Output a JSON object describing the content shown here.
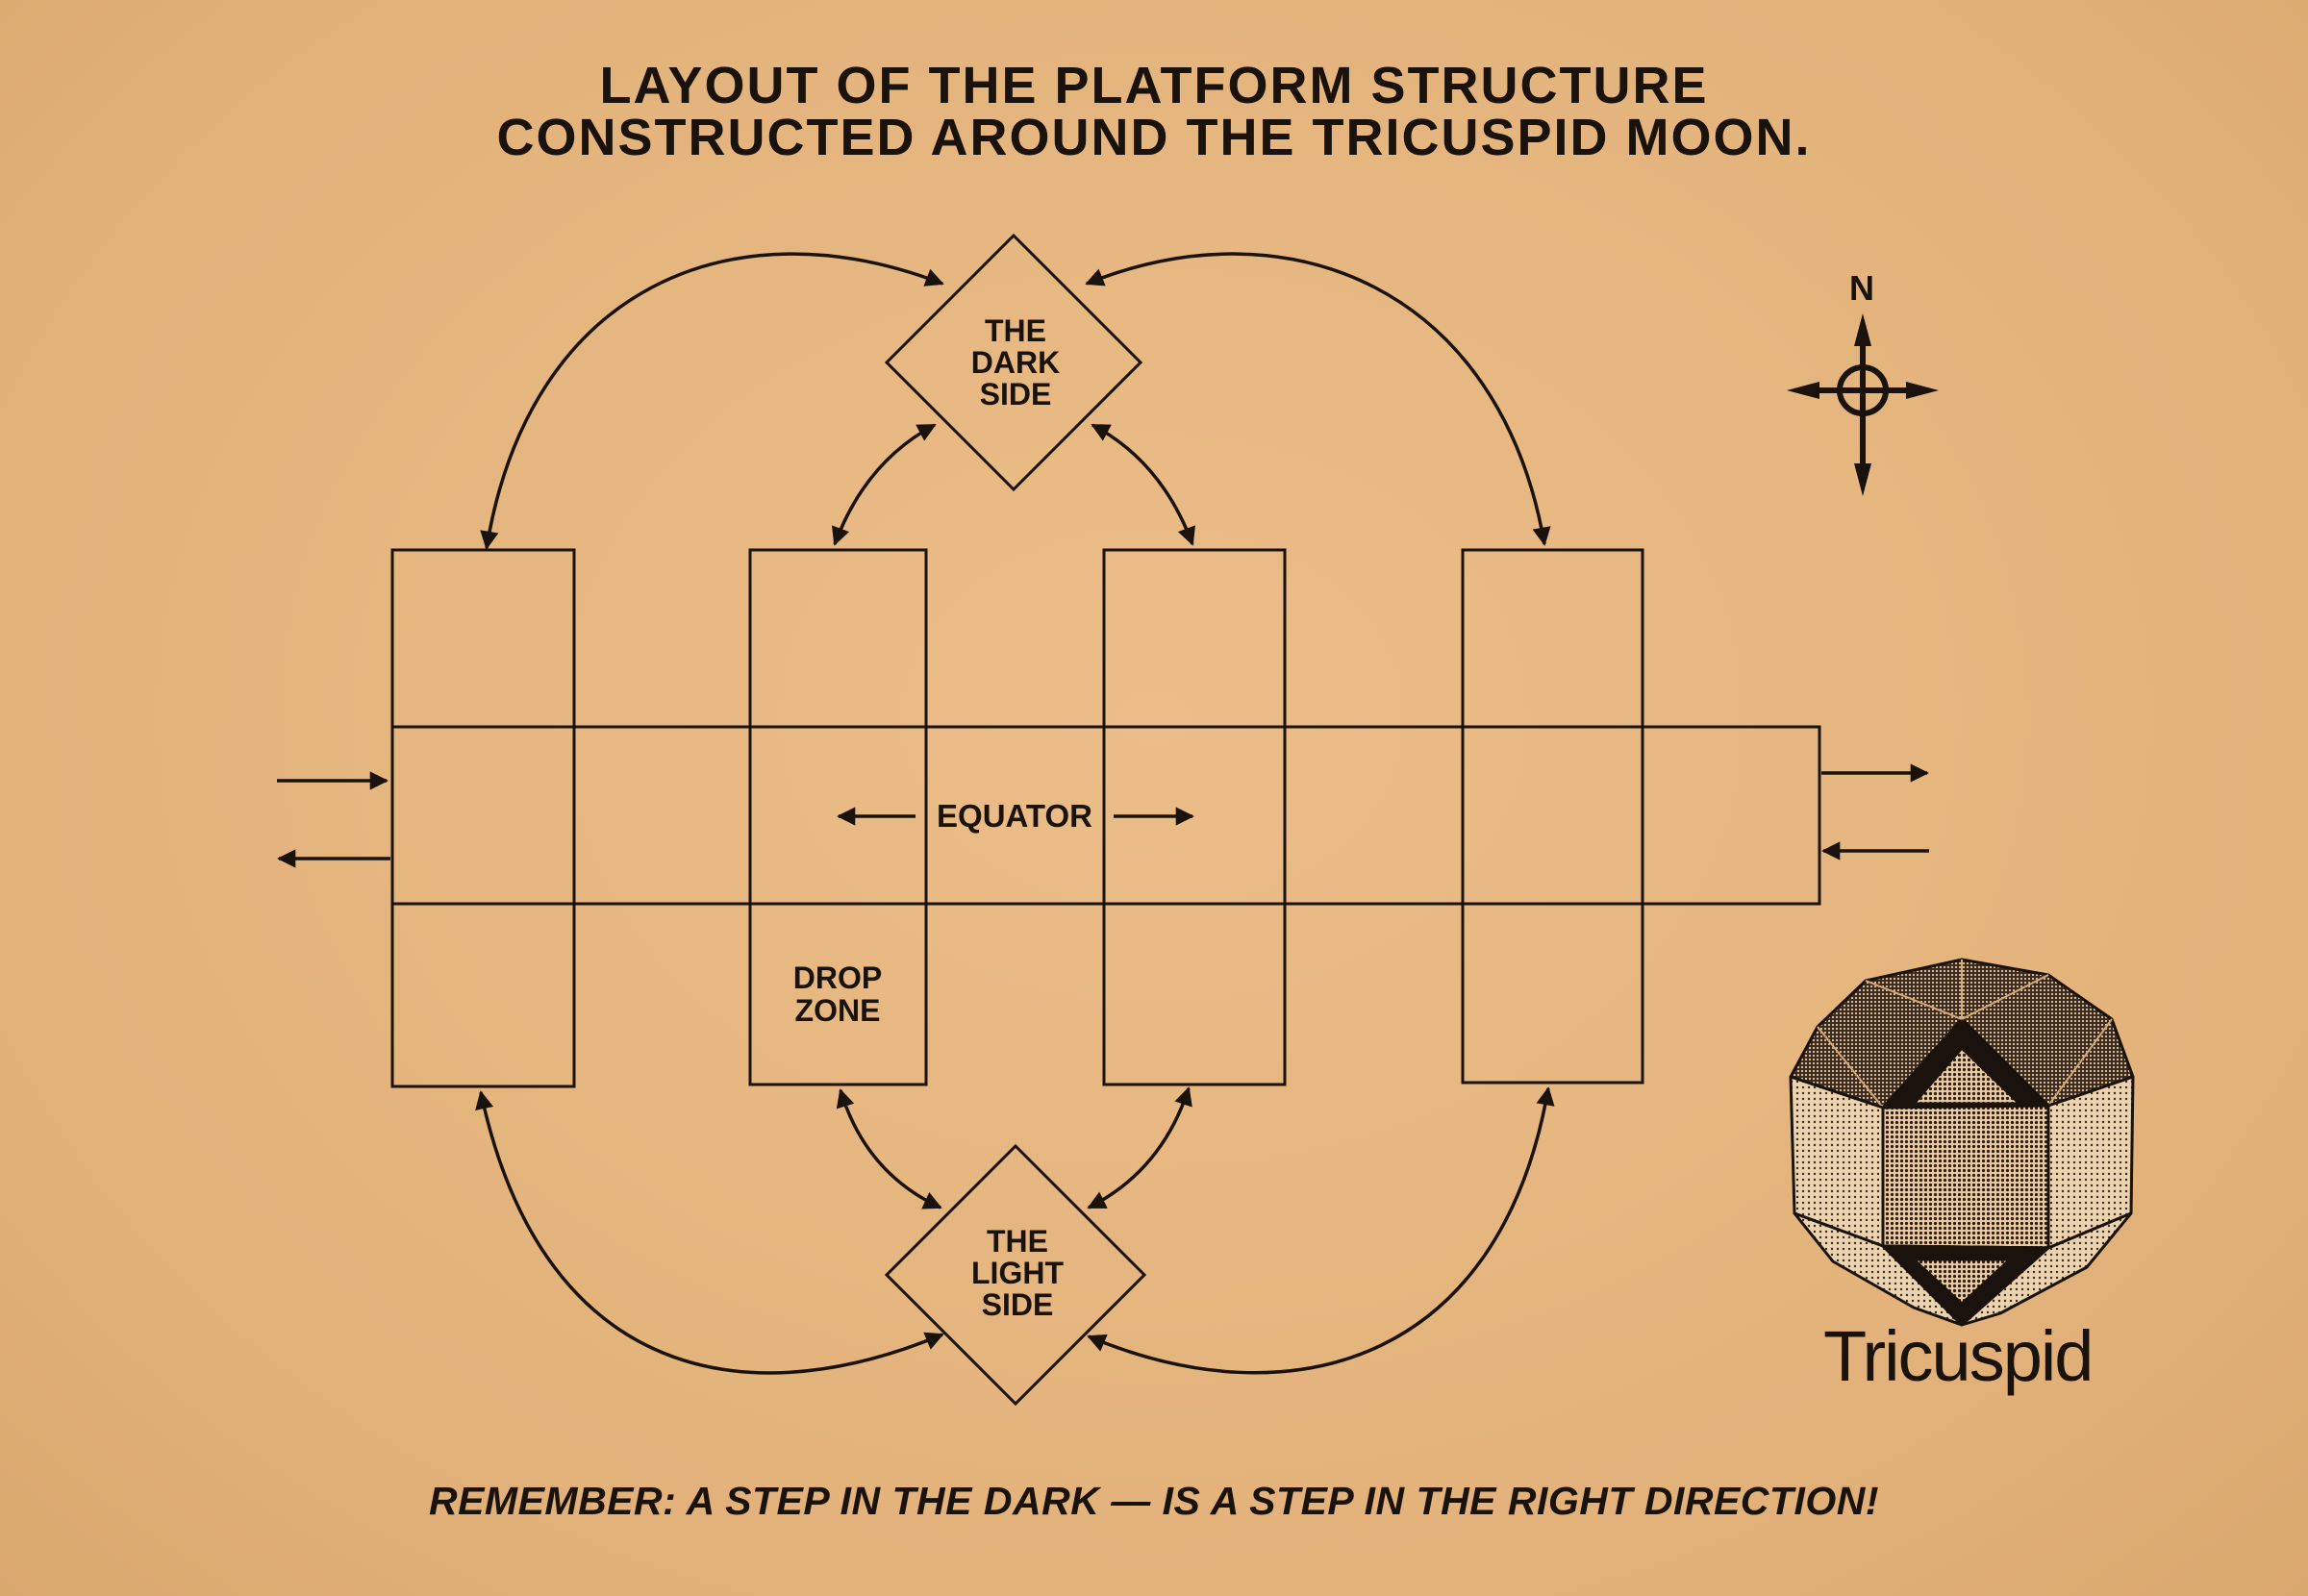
{
  "title": {
    "line1": "LAYOUT OF THE PLATFORM STRUCTURE",
    "line2": "CONSTRUCTED AROUND THE TRICUSPID MOON."
  },
  "nodes": {
    "dark_side": [
      "THE",
      "DARK",
      "SIDE"
    ],
    "light_side": [
      "THE",
      "LIGHT",
      "SIDE"
    ],
    "equator": "EQUATOR",
    "drop_zone": [
      "DROP",
      "ZONE"
    ]
  },
  "compass": {
    "north": "N"
  },
  "brand": {
    "name": "Tricuspid",
    "logo_icon": "rhombicuboctahedron-icon"
  },
  "footer": "REMEMBER: A STEP IN THE DARK — IS A STEP IN THE RIGHT DIRECTION!",
  "colors": {
    "paper": "#e6b57e",
    "ink": "#1a120c"
  }
}
